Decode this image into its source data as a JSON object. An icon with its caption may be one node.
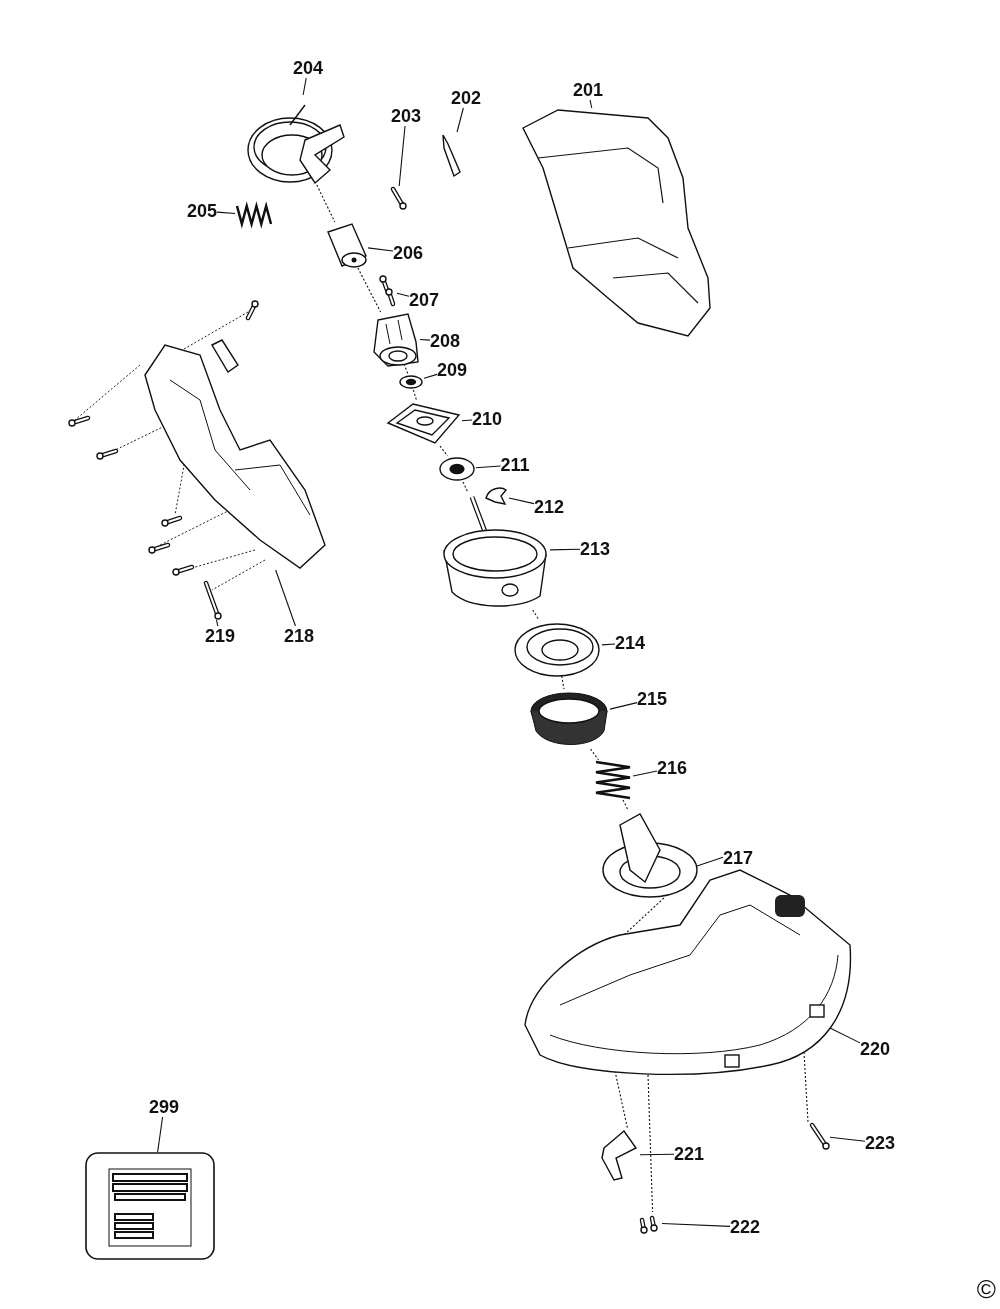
{
  "diagram": {
    "nodes": [
      {
        "text": [
          "204"
        ]
      },
      {
        "text": [],
        "shape": "picture"
      },
      {
        "text": [
          "203"
        ]
      },
      {
        "text": [],
        "shape": "picture"
      },
      {
        "text": [
          "202"
        ]
      },
      {
        "text": [],
        "shape": "picture"
      },
      {
        "text": [
          "201"
        ]
      },
      {
        "text": [],
        "shape": "picture"
      },
      {
        "text": [
          "205"
        ]
      },
      {
        "text": [],
        "shape": "picture"
      },
      {
        "text": [
          "206"
        ]
      },
      {
        "text": [],
        "shape": "picture"
      },
      {
        "text": [
          "207"
        ]
      },
      {
        "text": [],
        "shape": "picture"
      },
      {
        "text": [
          "208"
        ]
      },
      {
        "text": [],
        "shape": "picture"
      },
      {
        "text": [
          "209"
        ]
      },
      {
        "text": [],
        "shape": "picture"
      },
      {
        "text": [
          "210"
        ]
      },
      {
        "text": [],
        "shape": "picture"
      },
      {
        "text": [
          "211"
        ]
      },
      {
        "text": [],
        "shape": "picture"
      },
      {
        "text": [
          "212"
        ]
      },
      {
        "text": [],
        "shape": "picture"
      },
      {
        "text": [
          "213"
        ]
      },
      {
        "text": [],
        "shape": "picture"
      },
      {
        "text": [
          "214"
        ]
      },
      {
        "text": [],
        "shape": "picture"
      },
      {
        "text": [
          "215"
        ]
      },
      {
        "text": [],
        "shape": "picture"
      },
      {
        "text": [
          "216"
        ]
      },
      {
        "text": [],
        "shape": "picture"
      },
      {
        "text": [
          "217"
        ]
      },
      {
        "text": [],
        "shape": "picture"
      },
      {
        "text": [
          "219"
        ]
      },
      {
        "text": [],
        "shape": "picture"
      },
      {
        "text": [
          "218"
        ]
      },
      {
        "text": [],
        "shape": "picture"
      },
      {
        "text": [
          "220"
        ]
      },
      {
        "text": [],
        "shape": "picture"
      },
      {
        "text": [
          "299"
        ]
      },
      {
        "text": [],
        "shape": "picture"
      },
      {
        "text": [
          "223"
        ]
      },
      {
        "text": [],
        "shape": "picture"
      },
      {
        "text": [
          "221"
        ]
      },
      {
        "text": [],
        "shape": "picture"
      },
      {
        "text": [
          "222"
        ]
      },
      {
        "text": [],
        "shape": "picture"
      }
    ],
    "edges": [
      {
        "from": 0,
        "to": 1,
        "arrow": "none"
      },
      {
        "from": 2,
        "to": 3,
        "arrow": "none"
      },
      {
        "from": 4,
        "to": 5,
        "arrow": "none"
      },
      {
        "from": 6,
        "to": 7,
        "arrow": "none"
      },
      {
        "from": 8,
        "to": 9,
        "arrow": "none"
      },
      {
        "from": 10,
        "to": 11,
        "arrow": "none"
      },
      {
        "from": 12,
        "to": 13,
        "arrow": "none"
      },
      {
        "from": 14,
        "to": 15,
        "arrow": "none"
      },
      {
        "from": 16,
        "to": 17,
        "arrow": "none"
      },
      {
        "from": 18,
        "to": 19,
        "arrow": "none"
      },
      {
        "from": 20,
        "to": 21,
        "arrow": "none"
      },
      {
        "from": 22,
        "to": 23,
        "arrow": "none"
      },
      {
        "from": 24,
        "to": 25,
        "arrow": "none"
      },
      {
        "from": 26,
        "to": 27,
        "arrow": "none"
      },
      {
        "from": 28,
        "to": 29,
        "arrow": "none"
      },
      {
        "from": 30,
        "to": 31,
        "arrow": "none"
      },
      {
        "from": 32,
        "to": 33,
        "arrow": "none"
      },
      {
        "from": 34,
        "to": 35,
        "arrow": "none"
      },
      {
        "from": 36,
        "to": 37,
        "arrow": "none"
      },
      {
        "from": 38,
        "to": 39,
        "arrow": "none"
      },
      {
        "from": 40,
        "to": 41,
        "arrow": "none"
      },
      {
        "from": 42,
        "to": 43,
        "arrow": "none"
      },
      {
        "from": 44,
        "to": 45,
        "arrow": "none"
      },
      {
        "from": 46,
        "to": 47,
        "arrow": "none"
      },
      {
        "from": 1,
        "to": 11,
        "arrow": "none",
        "style": "dashed"
      },
      {
        "from": 11,
        "to": 15,
        "arrow": "none",
        "style": "dashed"
      },
      {
        "from": 15,
        "to": 17,
        "arrow": "none",
        "style": "dashed"
      },
      {
        "from": 17,
        "to": 19,
        "arrow": "none",
        "style": "dashed"
      },
      {
        "from": 19,
        "to": 21,
        "arrow": "none",
        "style": "dashed"
      },
      {
        "from": 21,
        "to": 25,
        "arrow": "none",
        "style": "dashed"
      },
      {
        "from": 25,
        "to": 27,
        "arrow": "none",
        "style": "dashed"
      },
      {
        "from": 27,
        "to": 29,
        "arrow": "none",
        "style": "dashed"
      },
      {
        "from": 29,
        "to": 31,
        "arrow": "none",
        "style": "dashed"
      },
      {
        "from": 31,
        "to": 33,
        "arrow": "none",
        "style": "dashed"
      },
      {
        "from": 33,
        "to": 39,
        "arrow": "none",
        "style": "dashed"
      },
      {
        "from": 39,
        "to": 45,
        "arrow": "none",
        "style": "dashed"
      },
      {
        "from": 39,
        "to": 47,
        "arrow": "none",
        "style": "dashed"
      },
      {
        "from": 39,
        "to": 43,
        "arrow": "none",
        "style": "dashed"
      }
    ],
    "labels": [
      "©"
    ]
  }
}
